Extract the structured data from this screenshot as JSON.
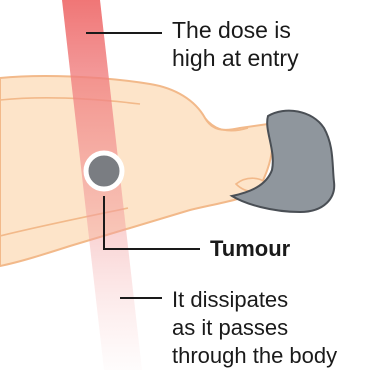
{
  "annotations": {
    "entry": "The dose is\nhigh at entry",
    "tumour": "Tumour",
    "exit": "It dissipates\nas it passes\nthrough the body"
  },
  "colors": {
    "beam": "#ef6f6f",
    "body_fill": "#fde4c9",
    "body_outline": "#f2b98a",
    "tumour": "#7a7d82",
    "tumour_ring": "#ffffff",
    "shoes": "#8f969d",
    "shoe_outline": "#4a4f55",
    "leader_line": "#1a1a1a"
  },
  "icons": {
    "body": "reclining-body-illustration",
    "tumour": "tumour-circle",
    "beam": "radiation-beam"
  }
}
